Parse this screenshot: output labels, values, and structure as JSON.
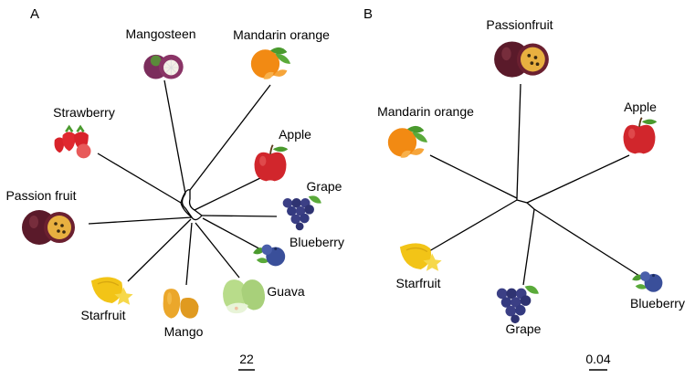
{
  "panels": [
    {
      "id": "A",
      "label": "A",
      "scale_bar_label": "22",
      "taxa": [
        {
          "label": "Mangosteen",
          "icon": "mangosteen-icon"
        },
        {
          "label": "Mandarin orange",
          "icon": "mandarin-icon"
        },
        {
          "label": "Strawberry",
          "icon": "strawberry-icon"
        },
        {
          "label": "Apple",
          "icon": "apple-icon"
        },
        {
          "label": "Grape",
          "icon": "grape-icon"
        },
        {
          "label": "Passion fruit",
          "icon": "passionfruit-icon"
        },
        {
          "label": "Blueberry",
          "icon": "blueberry-icon"
        },
        {
          "label": "Starfruit",
          "icon": "starfruit-icon"
        },
        {
          "label": "Guava",
          "icon": "guava-icon"
        },
        {
          "label": "Mango",
          "icon": "mango-icon"
        }
      ]
    },
    {
      "id": "B",
      "label": "B",
      "scale_bar_label": "0.04",
      "taxa": [
        {
          "label": "Passionfruit",
          "icon": "passionfruit-icon"
        },
        {
          "label": "Mandarin orange",
          "icon": "mandarin-icon"
        },
        {
          "label": "Apple",
          "icon": "apple-icon"
        },
        {
          "label": "Starfruit",
          "icon": "starfruit-icon"
        },
        {
          "label": "Grape",
          "icon": "grape-icon"
        },
        {
          "label": "Blueberry",
          "icon": "blueberry-icon"
        }
      ]
    }
  ],
  "colors": {
    "branch": "#000000",
    "mangosteen": "#7b2d5c",
    "mandarin": "#f28a13",
    "strawberry": "#d8232a",
    "apple": "#d1262c",
    "grape": "#3b3f85",
    "passionfruit": "#5a1a2a",
    "blueberry": "#3a4f9a",
    "starfruit": "#f2c417",
    "guava": "#b8dc8a",
    "mango": "#eba72b",
    "leaf": "#4a9a2e"
  }
}
